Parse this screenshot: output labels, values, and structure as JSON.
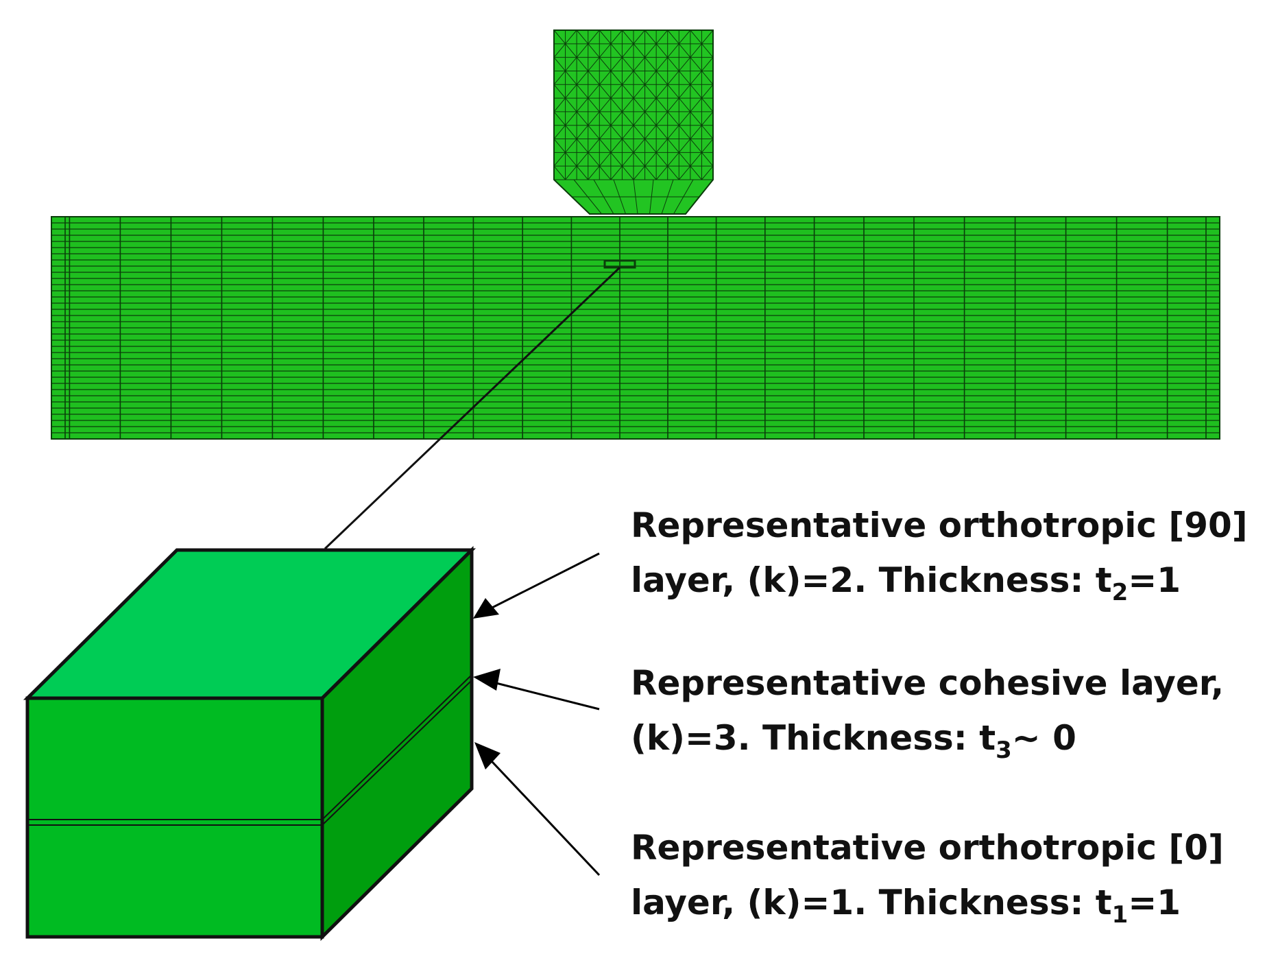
{
  "colors": {
    "mesh_fill": "#1fbf1f",
    "mesh_line": "#0b3d0b",
    "block_top": "#00cc55",
    "block_front": "#00bb22",
    "block_side": "#009e0e",
    "outline": "#111111",
    "arrow": "#000000"
  },
  "labels": {
    "layer_90": {
      "line1": "Representative orthotropic [90]",
      "line2_prefix": "layer, (k)=2. Thickness: t",
      "line2_sub": "2",
      "line2_suffix": "=1"
    },
    "cohesive": {
      "line1": "Representative cohesive layer,",
      "line2_prefix": "(k)=3. Thickness: t",
      "line2_sub": "3",
      "line2_suffix": "~ 0"
    },
    "layer_0": {
      "line1": "Representative orthotropic [0]",
      "line2_prefix": "layer, (k)=1. Thickness: t",
      "line2_sub": "1",
      "line2_suffix": "=1"
    }
  }
}
